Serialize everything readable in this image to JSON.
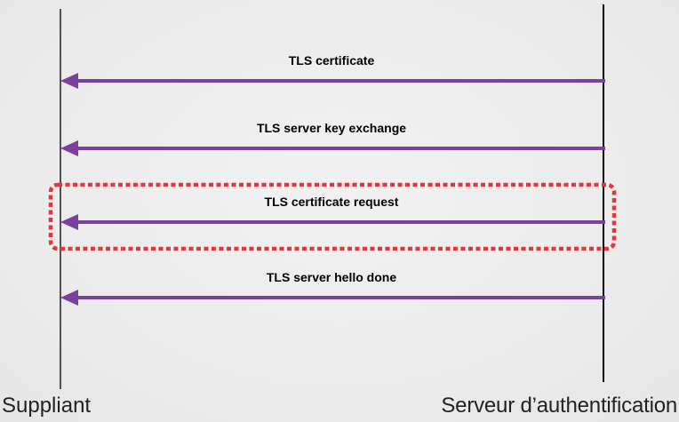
{
  "actors": {
    "left": "Suppliant",
    "right": "Serveur d’authentification"
  },
  "messages": [
    {
      "label": "TLS certificate",
      "highlighted": false
    },
    {
      "label": "TLS server key exchange",
      "highlighted": false
    },
    {
      "label": "TLS certificate request",
      "highlighted": true
    },
    {
      "label": "TLS server hello done",
      "highlighted": false
    }
  ],
  "colors": {
    "arrow": "#7b3fa0",
    "highlight_box": "#e8343c",
    "lifeline": "#000000",
    "background": "#ececec"
  }
}
